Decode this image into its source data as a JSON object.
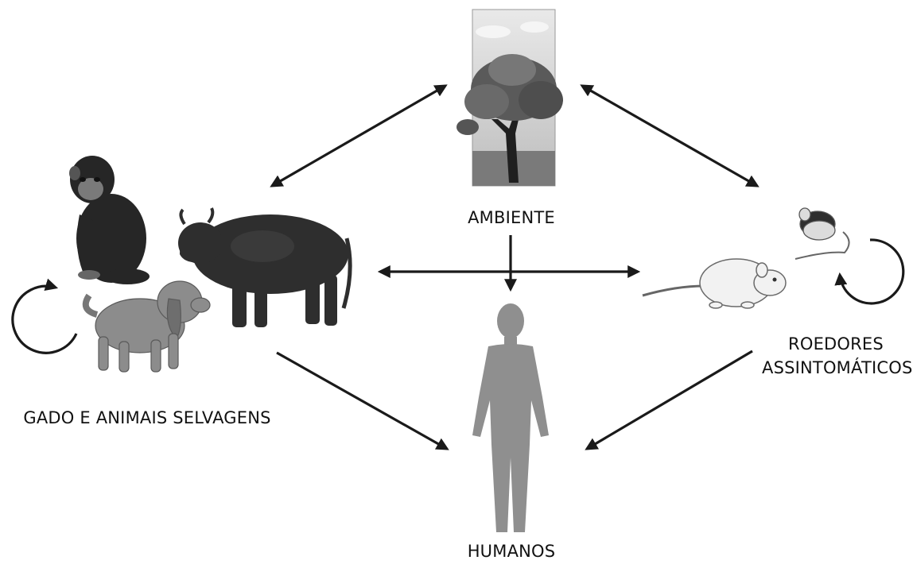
{
  "nodes": {
    "ambiente": {
      "label": "AMBIENTE"
    },
    "gado": {
      "label": "GADO E ANIMAIS SELVAGENS"
    },
    "roedores": {
      "line1": "ROEDORES",
      "line2": "ASSINTOMÁTICOS"
    },
    "humanos": {
      "label": "HUMANOS"
    }
  },
  "colors": {
    "arrow": "#1a1a1a",
    "animal_dark": "#2a2a2a",
    "animal_mid": "#8a8a8a",
    "rodent": "#f2f2f2",
    "human": "#8f8f8f",
    "tree_sky": "#d8d8d8"
  },
  "icons": [
    "tree-icon",
    "chimpanzee-icon",
    "dog-icon",
    "cow-icon",
    "rat-icon",
    "mouse-icon",
    "human-silhouette-icon",
    "cycle-arrow-icon"
  ]
}
